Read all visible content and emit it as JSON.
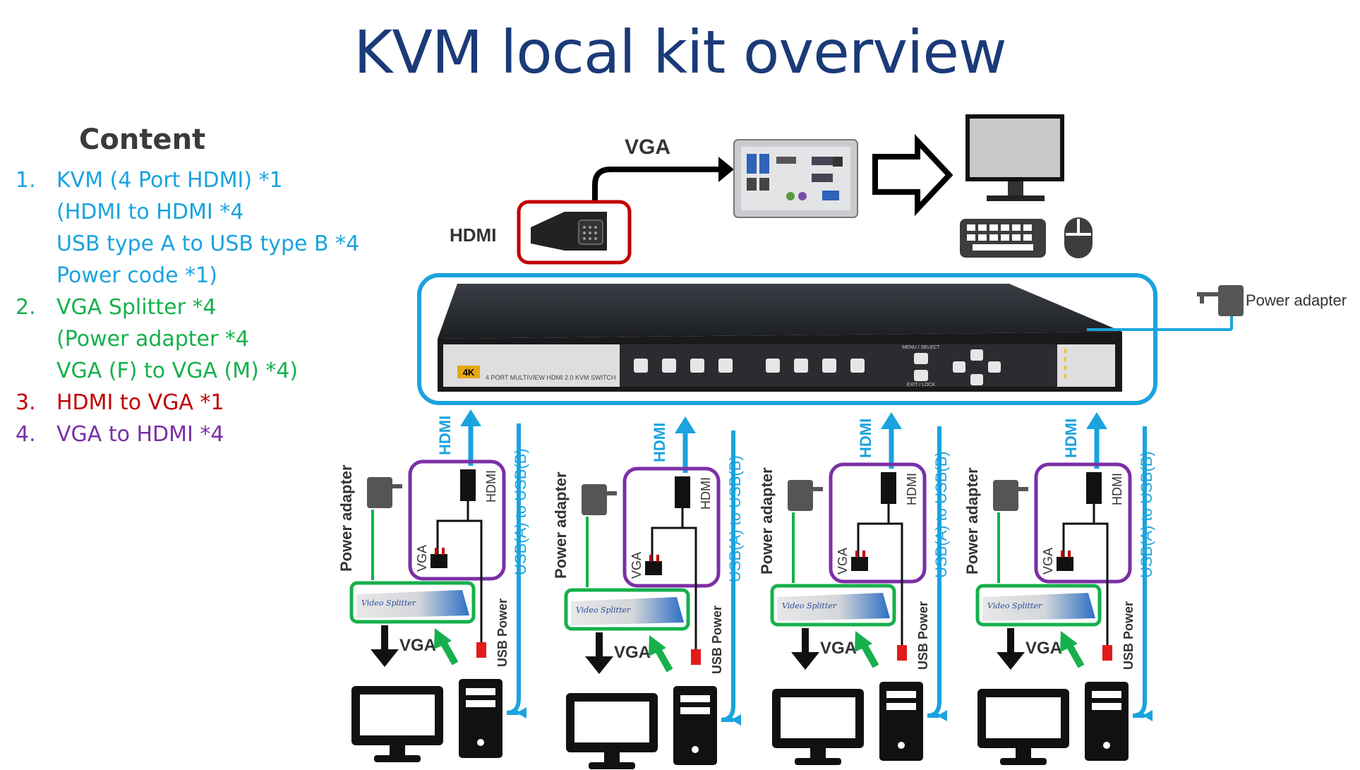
{
  "title": "KVM local kit overview",
  "content": {
    "heading": "Content",
    "items": [
      {
        "num": "1.",
        "lines": [
          "KVM (4 Port HDMI) *1",
          "(HDMI to HDMI *4",
          "USB type A to USB type B *4",
          "Power code *1)"
        ],
        "color": "#1aa3de"
      },
      {
        "num": "2.",
        "lines": [
          "VGA Splitter  *4",
          "(Power adapter *4",
          "VGA (F) to VGA (M) *4)"
        ],
        "color": "#16b04c"
      },
      {
        "num": "3.",
        "lines": [
          "HDMI to VGA *1"
        ],
        "color": "#c00000"
      },
      {
        "num": "4.",
        "lines": [
          "VGA to HDMI *4"
        ],
        "color": "#7b2fa5"
      }
    ]
  },
  "diagram": {
    "top_vga_label": "VGA",
    "top_hdmi_label": "HDMI",
    "power_adapter_label": "Power adapter",
    "kvm_badge": "4K",
    "kvm_model_text": "4 PORT MULTIVIEW HDMI 2.0  KVM SWITCH",
    "kvm_menu_text": "MENU / SELECT",
    "kvm_exit_text": "EXIT / LOCK",
    "splitter_label": "Video Splitter",
    "branch_labels": {
      "hdmi": "HDMI",
      "usb": "USB(A) to USB(B)",
      "power": "Power adapter",
      "vga": "VGA",
      "usb_power": "USB Power",
      "converter_hdmi": "HDMI",
      "converter_vga": "VGA"
    }
  }
}
